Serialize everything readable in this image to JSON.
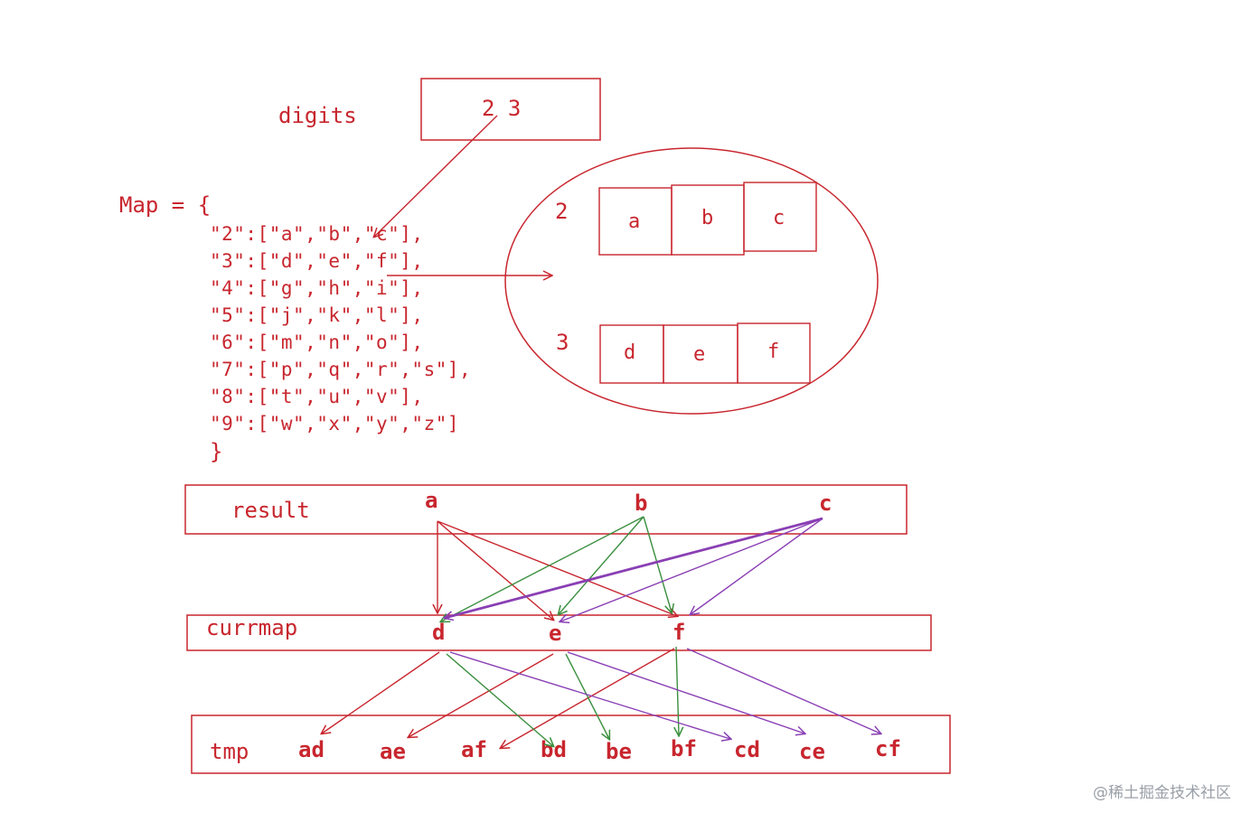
{
  "digits_label": "digits",
  "digits_value": "2 3",
  "map_header": "Map = {",
  "map_lines": [
    "\"2\":[\"a\",\"b\",\"c\"],",
    "\"3\":[\"d\",\"e\",\"f\"],",
    "\"4\":[\"g\",\"h\",\"i\"],",
    "\"5\":[\"j\",\"k\",\"l\"],",
    "\"6\":[\"m\",\"n\",\"o\"],",
    "\"7\":[\"p\",\"q\",\"r\",\"s\"],",
    "\"8\":[\"t\",\"u\",\"v\"],",
    "\"9\":[\"w\",\"x\",\"y\",\"z\"]"
  ],
  "map_close": "}",
  "bubble": {
    "row1_key": "2",
    "row1_cells": [
      "a",
      "b",
      "c"
    ],
    "row2_key": "3",
    "row2_cells": [
      "d",
      "e",
      "f"
    ]
  },
  "result": {
    "label": "result",
    "items": [
      "a",
      "b",
      "c"
    ]
  },
  "currmap": {
    "label": "currmap",
    "items": [
      "d",
      "e",
      "f"
    ]
  },
  "tmp": {
    "label": "tmp",
    "items": [
      "ad",
      "ae",
      "af",
      "bd",
      "be",
      "bf",
      "cd",
      "ce",
      "cf"
    ]
  },
  "colors": {
    "ink": "#c8262e",
    "green": "#3a8f3e",
    "purple": "#8a3fb4",
    "watermark": "#9aa0a8"
  },
  "watermark": "@稀土掘金技术社区"
}
